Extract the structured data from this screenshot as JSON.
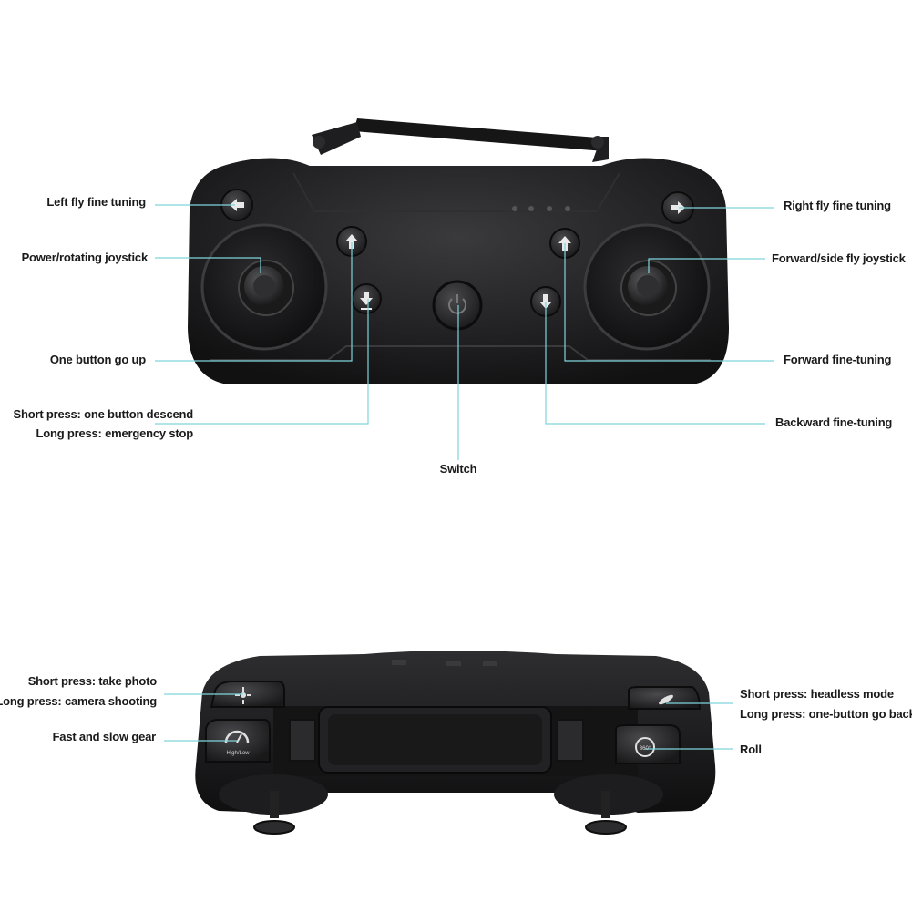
{
  "colors": {
    "leader_line": "#7fd4dc",
    "controller_body": "#1b1b1d",
    "button_face": "#2a2a2c",
    "label_text": "#1a1a1a"
  },
  "front_view": {
    "labels": {
      "left_fine_tuning": "Left fly fine tuning",
      "power_joystick": "Power/rotating joystick",
      "go_up": "One button go up",
      "descend_line1": "Short press: one button descend",
      "descend_line2": "Long press: emergency stop",
      "switch": "Switch",
      "right_fine_tuning": "Right fly fine tuning",
      "forward_joystick": "Forward/side fly joystick",
      "forward_fine": "Forward fine-tuning",
      "backward_fine": "Backward fine-tuning"
    }
  },
  "top_view": {
    "labels": {
      "photo_line1": "Short press: take photo",
      "photo_line2": "Long press: camera shooting",
      "gear": "Fast and slow gear",
      "headless_line1": "Short press: headless mode",
      "headless_line2": "Long press: one-button go back",
      "roll": "Roll"
    },
    "button_text": {
      "gear": "High/Low",
      "roll": "360°"
    }
  },
  "icons": [
    "left-arrow-icon",
    "right-arrow-icon",
    "up-arrow-icon",
    "down-arrow-icon",
    "power-icon",
    "camera-icon",
    "speedometer-icon",
    "headless-icon",
    "roll-icon"
  ]
}
